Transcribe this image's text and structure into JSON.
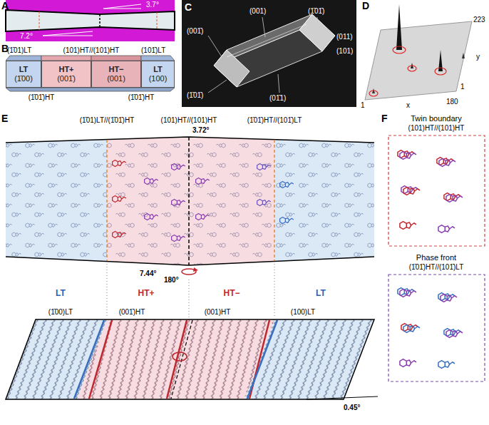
{
  "diagram": {
    "nodes": [
      {
        "text": [
          "LT",
          "(1̄00)"
        ]
      },
      {
        "text": [
          "HT+",
          "(001̄)"
        ]
      },
      {
        "text": [
          "HT−",
          "(001)"
        ]
      },
      {
        "text": [
          "LT",
          "(100)"
        ]
      }
    ],
    "labels": [
      "A",
      "3.7°",
      "7.2°",
      "B",
      "(1̄01)LT",
      "(101)HT//(101)HT",
      "(101̄)LT",
      "(1̄01̄)HT",
      "(1̄01̄)HT",
      "C",
      "(001)",
      "(1̄01̄)",
      "(001̄)",
      "(011)",
      "(101)",
      "(1̄01̄)",
      "(01̄1)",
      "D",
      "223",
      "y",
      "1",
      "x",
      "1",
      "180",
      "E",
      "(1̄01)LT//(1̄01̄)HT",
      "(101)HT//(101)HT",
      "(1̄01̄)HT//(101̄)LT",
      "3.72°",
      "7.44°",
      "180°",
      "LT",
      "HT+",
      "HT−",
      "LT",
      "(1̄00)LT",
      "(001̄)HT",
      "(001)HT",
      "(100)LT",
      "0.45°",
      "F",
      "Twin boundary",
      "(101)HT//(101)HT",
      "Phase front",
      "(1̄01̄)HT//(101̄)LT"
    ]
  }
}
